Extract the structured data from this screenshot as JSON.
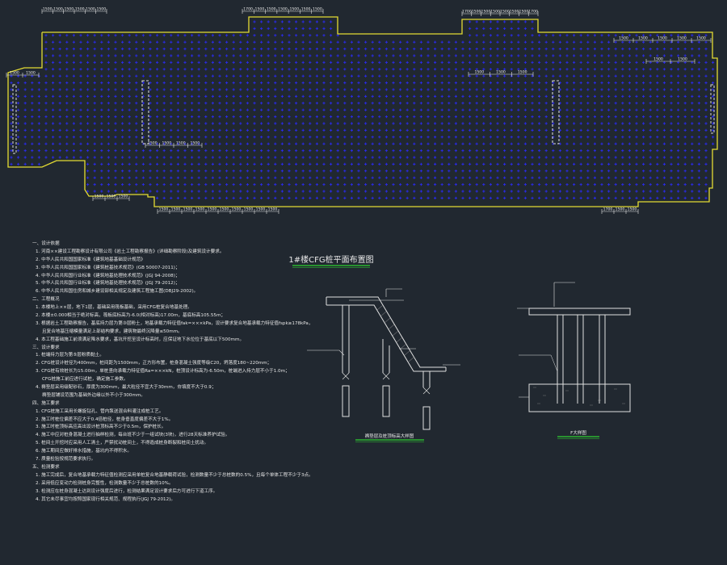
{
  "drawing": {
    "title": "1#楼CFG桩平面布置图",
    "detail_left_title": "褥垫层及桩顶标高大样图",
    "detail_right_title": "F大样图"
  },
  "colors": {
    "background": "#212830",
    "outline": "#e4dc33",
    "pile": "#2a2ae6",
    "dimension": "#e8e8e8",
    "title_underline": "#2fd130"
  },
  "dimensions": {
    "top_left": [
      "1500",
      "1500",
      "1500",
      "1500",
      "1500",
      "1500"
    ],
    "top_mid": [
      "1700",
      "1500",
      "1500",
      "1500",
      "1500",
      "1500",
      "1500"
    ],
    "top_right": [
      "1700",
      "1500",
      "1500",
      "1500",
      "1500",
      "1500",
      "1500",
      "1700"
    ],
    "far_right": [
      "1500",
      "1500",
      "1500",
      "1500",
      "1500"
    ],
    "bottom": [
      "1500",
      "1500",
      "1500",
      "1500",
      "1500",
      "1500",
      "1500",
      "1500",
      "1500",
      "1500"
    ],
    "bottom_right": [
      "1700",
      "1500",
      "1500"
    ],
    "left_step": [
      "1500",
      "1500"
    ]
  },
  "notes": [
    "一、设计依据",
    "1. 河南××建设工程勘察设计有限公司《岩土工程勘察报告》(详细勘察阶段)及建筑设计要求。",
    "2. 中华人民共和国国家标准《建筑地基基础设计规范》",
    "3. 中华人民共和国国家标准《建筑桩基技术规范》(GB 50007-2011)；",
    "4. 中华人民共和国行业标准《建筑地基处理技术规范》(JGJ 94-2008)；",
    "5. 中华人民共和国行业标准《建筑地基处理技术规范》(JGJ 79-2012)；",
    "6. 中华人民共和国住房和城乡建设部相关规定及建筑工程施工图(DBJ29-2002)。",
    "二、工程概况",
    "1. 本楼地上××层，地下1层，基础采用筏板基础，采用CFG桩复合地基处理。",
    "2. 本楼±0.000相当于绝对标高，筏板底标高为-6.0(相对标高)17.00m，基底标高105.55m；",
    "3. 根据岩土工程勘察报告，基底持力层为第③层粉土，地基承载力特征值fak=×××kPa，设计要求复合地基承载力特征值fspk≥178kPa，",
    "   且复合地基压缩模量满足上部结构要求，建筑物最终沉降量≤50mm。",
    "4. 本工程基础施工前须满足降水要求，基坑开挖至设计标高时，应保证地下水位位于基底以下500mm。",
    "三、设计要求",
    "1. 桩端持力层为第⑤层粉质黏土。",
    "2. CFG桩设计桩径为400mm，桩间距为1500mm，正方形布置，桩身混凝土强度等级C20，坍落度180~220mm；",
    "3. CFG桩有效桩长为15.00m，单桩竖向承载力特征值Ra=×××kN，桩顶设计标高为-6.50m，桩端进入持力层不小于1.0m；",
    "   CFG桩施工前应进行试桩，确定施工参数。",
    "4. 褥垫层采用级配砂石，厚度为300mm，最大粒径不宜大于30mm，夯填度不大于0.9；",
    "   褥垫层铺设范围为基础外边缘以外不小于300mm。",
    "四、施工要求",
    "1. CFG桩施工采用长螺旋钻孔、管内泵送混合料灌注成桩工艺。",
    "2. 施工时桩位偏差不应大于0.4倍桩径，桩身垂直度偏差不大于1%。",
    "3. 施工时桩顶标高应高出设计桩顶标高不少于0.5m，保护桩长。",
    "4. 施工中应对桩身混凝土进行抽样检测，每台班不少于一组试块(3块)，进行28天标准养护试验。",
    "5. 桩间土开挖时应采用人工清土，严禁扰动桩间土，不得造成桩身断裂和桩间土扰动。",
    "6. 施工期间应做好排水措施，基坑内不得积水。",
    "7. 质量检验按规范要求执行。",
    "五、检测要求",
    "1. 施工完成后，复合地基承载力特征值检测应采用单桩复合地基静载荷试验，检测数量不少于总桩数的0.5%，且每个单体工程不少于3点。",
    "2. 采用低应变动力检测桩身完整性，检测数量不少于总桩数的10%。",
    "3. 检测应在桩身混凝土达到设计强度后进行，检测结果满足设计要求后方可进行下道工序。",
    "4. 其它未尽事宜均按照国家现行相关规范、规程执行(JGJ 79-2012)。"
  ]
}
